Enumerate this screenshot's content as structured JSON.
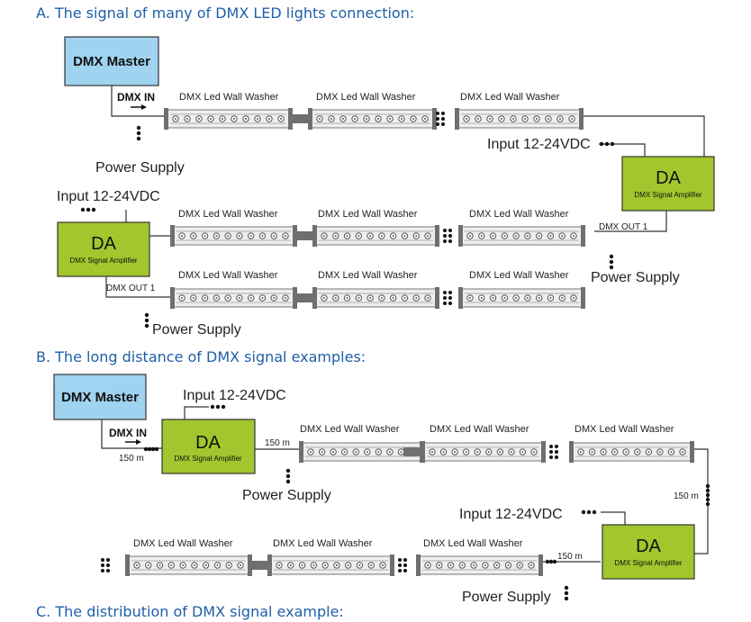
{
  "sections": {
    "a_title": "A. The signal of many of DMX LED lights connection:",
    "b_title": "B. The long distance of DMX signal examples:",
    "c_title": "C. The distribution of DMX signal example:"
  },
  "labels": {
    "dmx_master": "DMX Master",
    "dmx_in": "DMX IN",
    "washer": "DMX Led Wall Washer",
    "power_supply": "Power Supply",
    "input_voltage": "Input 12-24VDC",
    "da_title": "DA",
    "da_subtitle": "DMX Signal Amplifier",
    "dmx_out": "DMX OUT 1",
    "distance": "150 m"
  },
  "colors": {
    "section_title": "#1f5fa8",
    "master_fill": "#9fd3ef",
    "da_fill": "#a2c62d",
    "washer_body": "#eeeeee",
    "washer_cap": "#6f6f6f"
  }
}
